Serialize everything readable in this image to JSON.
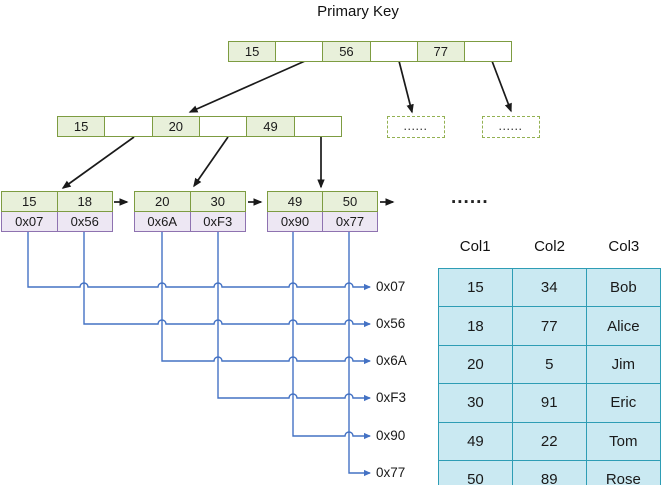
{
  "title": "Primary Key",
  "colors": {
    "node_border": "#7D9C41",
    "node_fill": "#E8F0DA",
    "pointer_border": "#8E72B0",
    "pointer_fill": "#EDE7F3",
    "connector_blue": "#4472C4",
    "arrow_black": "#1A1A1A",
    "table_border": "#2E9DB5",
    "table_fill": "#CAE9F2"
  },
  "tree": {
    "root": {
      "cells": [
        "15",
        "",
        "56",
        "",
        "77",
        ""
      ]
    },
    "internal": {
      "cells": [
        "15",
        "",
        "20",
        "",
        "49",
        ""
      ]
    },
    "dashed_boxes": {
      "left": "......",
      "right": "......"
    },
    "leaves": [
      {
        "keys": [
          "15",
          "18"
        ],
        "pointers": [
          "0x07",
          "0x56"
        ]
      },
      {
        "keys": [
          "20",
          "30"
        ],
        "pointers": [
          "0x6A",
          "0xF3"
        ]
      },
      {
        "keys": [
          "49",
          "50"
        ],
        "pointers": [
          "0x90",
          "0x77"
        ]
      }
    ],
    "ellipsis": "......"
  },
  "pointer_labels": [
    "0x07",
    "0x56",
    "0x6A",
    "0xF3",
    "0x90",
    "0x77"
  ],
  "table": {
    "headers": [
      "Col1",
      "Col2",
      "Col3"
    ],
    "rows": [
      [
        "15",
        "34",
        "Bob"
      ],
      [
        "18",
        "77",
        "Alice"
      ],
      [
        "20",
        "5",
        "Jim"
      ],
      [
        "30",
        "91",
        "Eric"
      ],
      [
        "49",
        "22",
        "Tom"
      ],
      [
        "50",
        "89",
        "Rose"
      ]
    ]
  }
}
